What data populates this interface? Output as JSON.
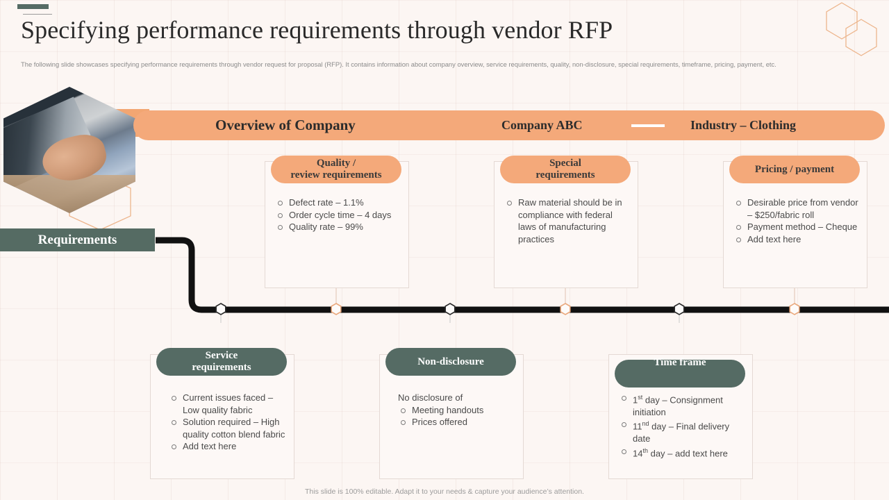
{
  "header": {
    "title": "Specifying performance requirements through vendor RFP",
    "subtitle": "The following slide showcases specifying performance requirements through vendor request for proposal (RFP). It contains information about company overview, service requirements, quality, non-disclosure, special requirements, timeframe, pricing, payment, etc."
  },
  "left_tab": {
    "label": "Requirements"
  },
  "banner": {
    "title": "Overview of Company",
    "company": "Company ABC",
    "industry": "Industry – Clothing"
  },
  "cards": [
    {
      "id": "quality",
      "title": "Quality /\nreview requirements",
      "title_line1": "Quality /",
      "title_line2": "review requirements",
      "style": "orange",
      "lead": "",
      "items": [
        "Defect rate – 1.1%",
        "Order cycle time – 4 days",
        "Quality rate – 99%"
      ]
    },
    {
      "id": "special",
      "title_line1": "Special",
      "title_line2": "requirements",
      "style": "orange",
      "lead": "",
      "items": [
        "Raw material should be in compliance with federal laws of manufacturing practices"
      ]
    },
    {
      "id": "pricing",
      "title_line1": "Pricing / payment",
      "title_line2": "",
      "style": "orange",
      "lead": "",
      "items": [
        "Desirable price from vendor – $250/fabric roll",
        "Payment method – Cheque",
        "Add text here"
      ]
    },
    {
      "id": "service",
      "title_line1": "Service",
      "title_line2": "requirements",
      "style": "green",
      "lead": "",
      "items": [
        "Current issues faced – Low quality fabric",
        "Solution required – High quality cotton blend fabric",
        "Add text here"
      ]
    },
    {
      "id": "nondisclosure",
      "title_line1": "Non-disclosure",
      "title_line2": "",
      "style": "green",
      "lead": "No disclosure of",
      "items": [
        "Meeting handouts",
        "Prices offered"
      ]
    },
    {
      "id": "timeframe",
      "title_line1": "Time frame",
      "title_line2": "",
      "style": "green",
      "lead": "",
      "items": [
        "1st day – Consignment initiation",
        "11nd day – Final delivery date",
        "14th day – add text here"
      ]
    }
  ],
  "timeframe_items_rich": [
    {
      "num": "1",
      "sup": "st",
      "rest": " day – Consignment initiation"
    },
    {
      "num": "11",
      "sup": "nd",
      "rest": " day – Final delivery date"
    },
    {
      "num": "14",
      "sup": "th",
      "rest": " day – add text here"
    }
  ],
  "footer": {
    "text": "This slide is 100% editable. Adapt it to your needs & capture your audience’s attention."
  },
  "colors": {
    "orange": "#f4a97a",
    "green": "#556b64",
    "background": "#fcf6f3",
    "card": "#fdf8f6",
    "text": "#4a4a4a"
  }
}
